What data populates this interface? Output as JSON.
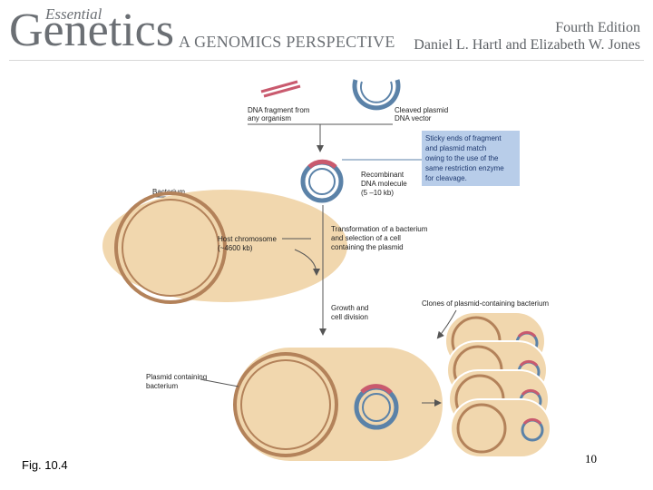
{
  "header": {
    "brand_top": "Essential",
    "brand_main": "Genetics",
    "brand_sub": "A GENOMICS PERSPECTIVE",
    "edition": "Fourth Edition",
    "authors": "Daniel L. Hartl and Elizabeth W. Jones"
  },
  "diagram": {
    "labels": {
      "dna_fragment": [
        "DNA fragment from",
        "any organism"
      ],
      "cleaved_plasmid": [
        "Cleaved plasmid",
        "DNA vector"
      ],
      "sticky_ends": [
        "Sticky ends of fragment",
        "and plasmid match",
        "owing to the use of the",
        "same restriction enzyme",
        "for cleavage."
      ],
      "recombinant": [
        "Recombinant",
        "DNA molecule",
        "(5 –10 kb)"
      ],
      "bacterium": "Bacterium",
      "host_chromosome": [
        "Host chromosome",
        "(~4600 kb)"
      ],
      "transformation": [
        "Transformation of a bacterium",
        "and selection of a cell",
        "containing the plasmid"
      ],
      "growth": [
        "Growth and",
        "cell division"
      ],
      "clones": "Clones of plasmid-containing bacterium",
      "plasmid_containing": [
        "Plasmid containing",
        "bacterium"
      ]
    },
    "colors": {
      "cell_fill": "#f1d7ae",
      "chromosome": "#b3825a",
      "plasmid_blue": "#5b82a8",
      "insert_pink": "#c95a6e",
      "note_box": "#b8cde9"
    }
  },
  "footer": {
    "caption": "Fig. 10.4",
    "page_number": "10"
  }
}
